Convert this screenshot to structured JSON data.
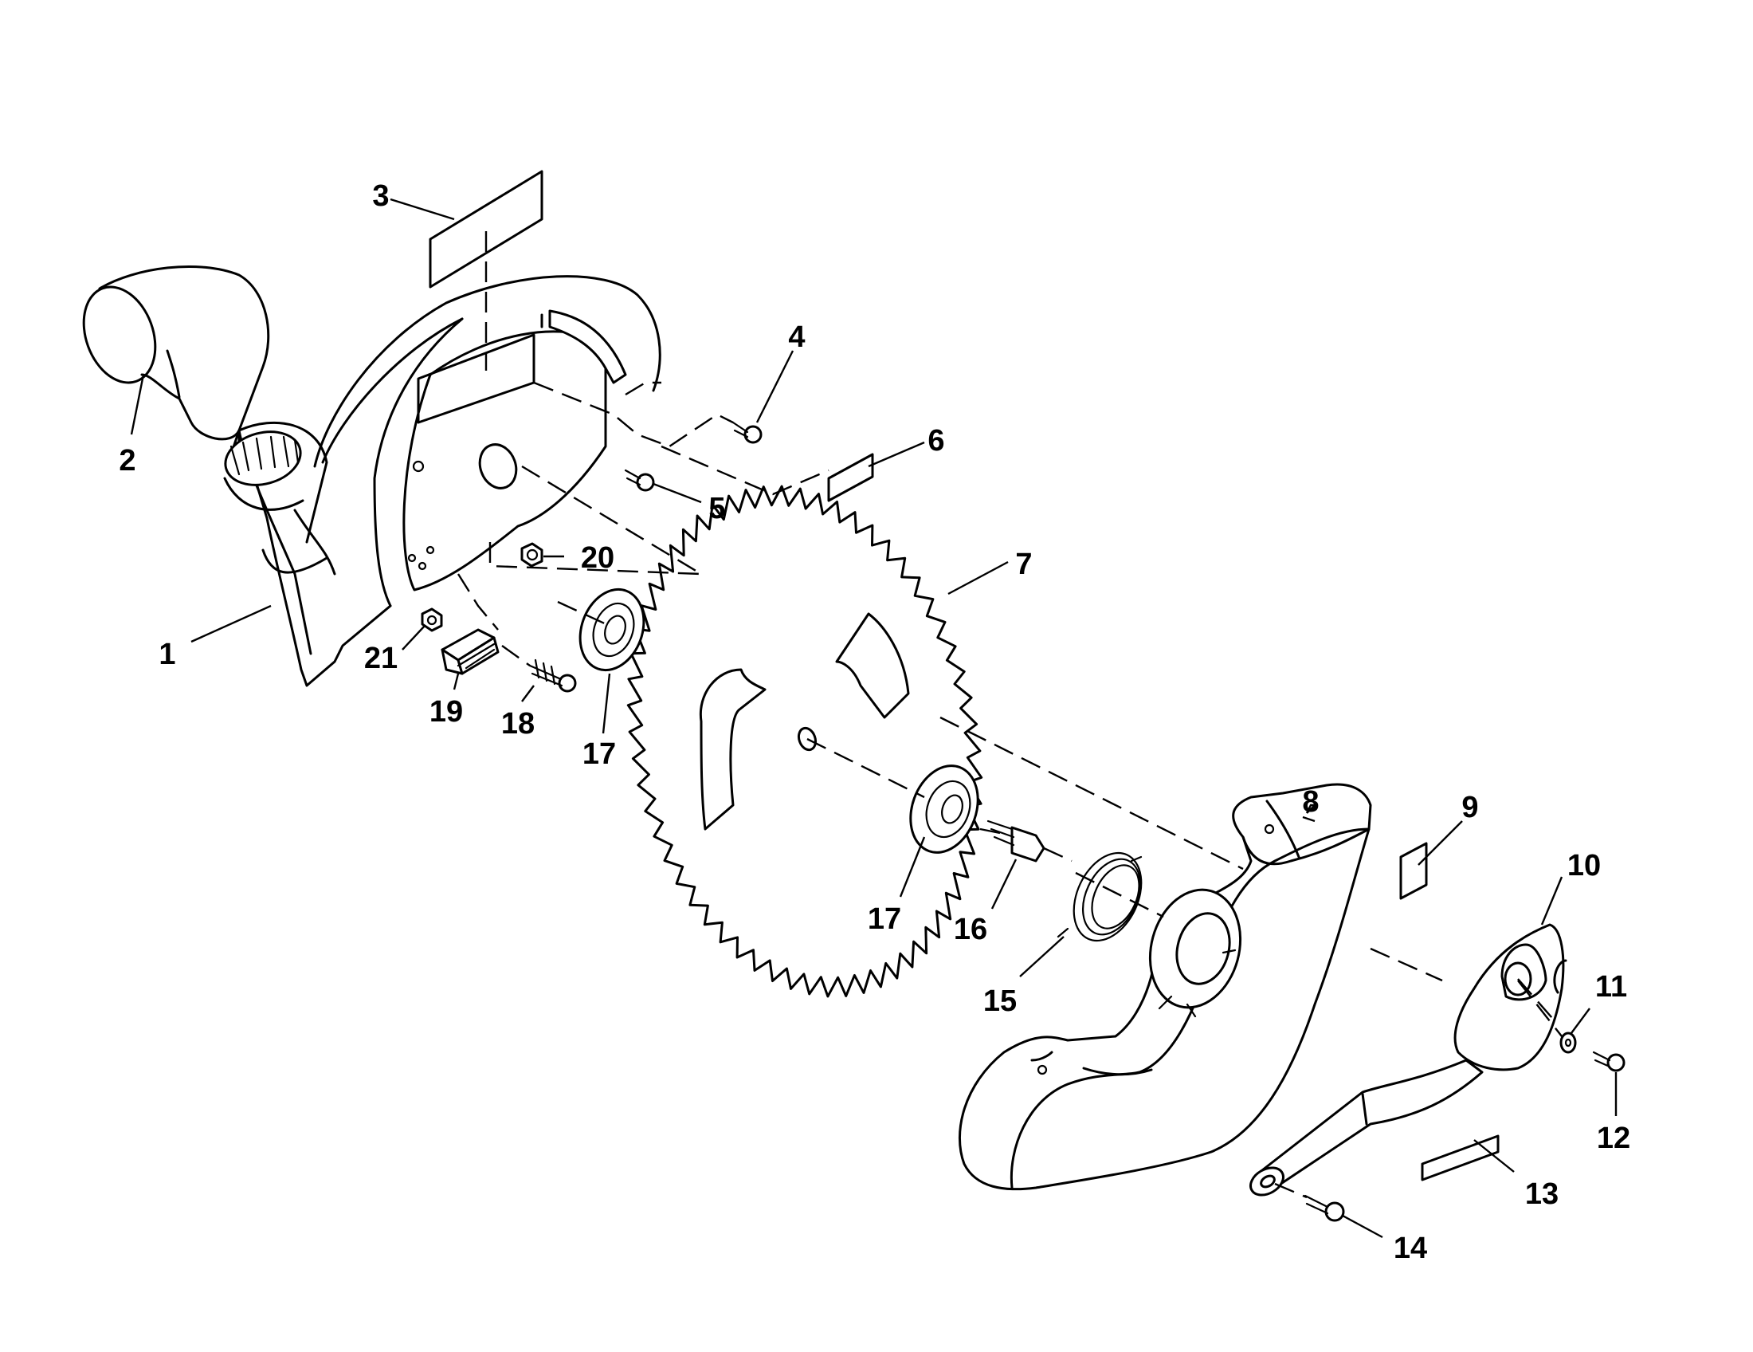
{
  "callouts": [
    {
      "id": "1",
      "label": "1"
    },
    {
      "id": "2",
      "label": "2"
    },
    {
      "id": "3",
      "label": "3"
    },
    {
      "id": "4",
      "label": "4"
    },
    {
      "id": "5",
      "label": "5"
    },
    {
      "id": "6",
      "label": "6"
    },
    {
      "id": "7",
      "label": "7"
    },
    {
      "id": "8",
      "label": "8"
    },
    {
      "id": "9",
      "label": "9"
    },
    {
      "id": "10",
      "label": "10"
    },
    {
      "id": "11",
      "label": "11"
    },
    {
      "id": "12",
      "label": "12"
    },
    {
      "id": "13",
      "label": "13"
    },
    {
      "id": "14",
      "label": "14"
    },
    {
      "id": "15",
      "label": "15"
    },
    {
      "id": "16",
      "label": "16"
    },
    {
      "id": "17a",
      "label": "17"
    },
    {
      "id": "17b",
      "label": "17"
    },
    {
      "id": "18",
      "label": "18"
    },
    {
      "id": "19",
      "label": "19"
    },
    {
      "id": "20",
      "label": "20"
    },
    {
      "id": "21",
      "label": "21"
    }
  ]
}
